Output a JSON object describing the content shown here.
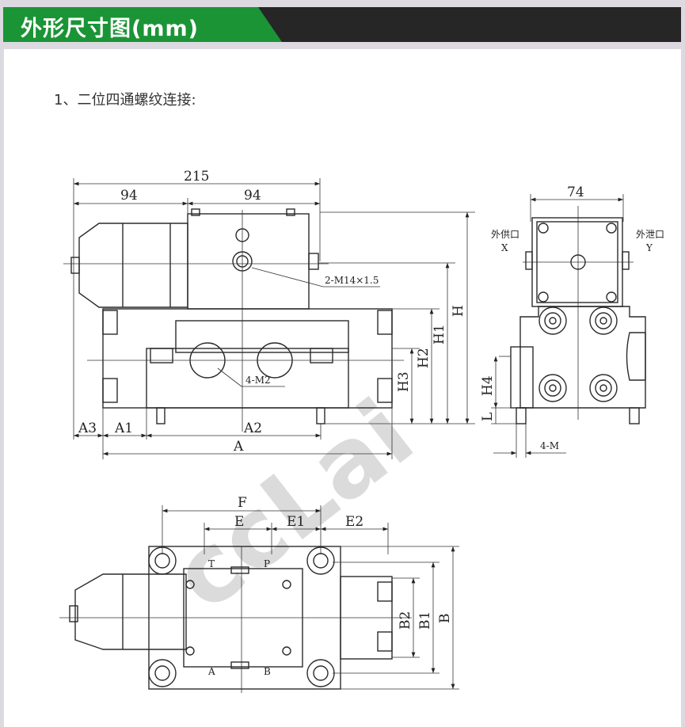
{
  "header": {
    "title": "外形尺寸图(mm)",
    "colors": {
      "green": "#1b9436",
      "dark": "#262626"
    }
  },
  "section": {
    "title": "1、二位四通螺纹连接:"
  },
  "watermark": {
    "text": "ccLai"
  },
  "front_view": {
    "dim_total": "215",
    "dim_left": "94",
    "dim_right": "94",
    "port_label": "2-M14×1.5",
    "bolt_label": "4-M2",
    "H": "H",
    "H1": "H1",
    "H2": "H2",
    "H3": "H3",
    "A3": "A3",
    "A1": "A1",
    "A2": "A2",
    "A": "A"
  },
  "side_view": {
    "width": "74",
    "x_port_cn": "外供口",
    "x_port": "X",
    "y_port_cn": "外泄口",
    "y_port": "Y",
    "H4": "H4",
    "L": "L",
    "M": "4-M"
  },
  "bottom_view": {
    "F": "F",
    "E": "E",
    "E1": "E1",
    "E2": "E2",
    "T": "T",
    "P": "P",
    "A": "A",
    "B": "B",
    "B2": "B2",
    "B1": "B1",
    "Bdim": "B"
  }
}
